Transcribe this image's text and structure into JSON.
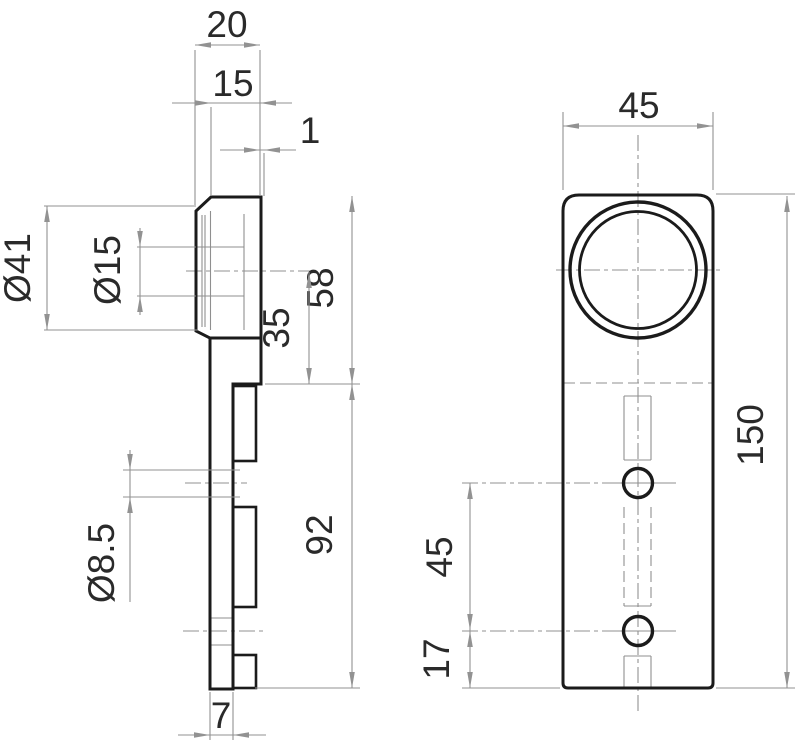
{
  "drawing": {
    "dimensions": {
      "boss_length": "20",
      "block_depth": "15",
      "step_offset": "1",
      "boss_diameter": "Ø41",
      "bore_diameter": "Ø15",
      "upper_section_height": "58",
      "axis_to_step": "35",
      "lower_section_height": "92",
      "small_hole_diameter": "Ø8.5",
      "plate_thickness": "7",
      "plate_width": "45",
      "plate_height": "150",
      "hole_spacing": "45",
      "bottom_hole_offset": "17"
    },
    "colors": {
      "outline": "#1b1b1b",
      "thin": "#8f8f8f",
      "dim": "#929292",
      "text": "#2a2a2a",
      "background": "#ffffff"
    }
  }
}
